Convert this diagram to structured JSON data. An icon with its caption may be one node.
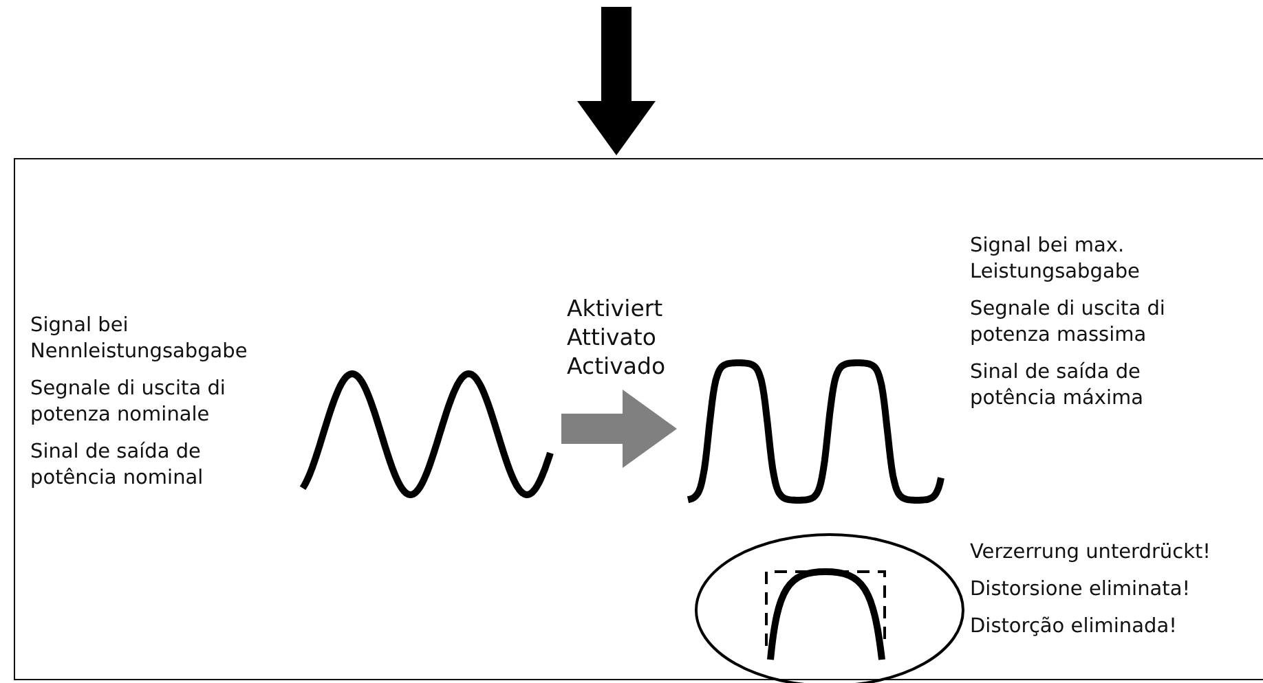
{
  "diagram": {
    "nodes": [
      {
        "text": [],
        "shape": "box"
      },
      {
        "text": [],
        "shape": "picture",
        "in": 0,
        "beside": [
          "Signal bei Nennleistungsabgabe",
          "Segnale di uscita di potenza nominale",
          "Sinal de saída de potência nominal"
        ]
      },
      {
        "text": [],
        "shape": "picture",
        "in": 0,
        "beside": [
          "Signal bei max. Leistungsabgabe",
          "Segnale di uscita di potenza massima",
          "Sinal de saída de potência máxima"
        ]
      },
      {
        "text": [],
        "shape": "circle",
        "in": 0,
        "beside": [
          "Verzerrung unterdrückt!",
          "Distorsione eliminata!",
          "Distorção eliminada!"
        ]
      }
    ],
    "edges": [
      {
        "from": null,
        "to": 0,
        "arrow": "to"
      },
      {
        "from": 1,
        "to": 2,
        "arrow": "to",
        "color": "#808080",
        "label": "Aktiviert Attivato Activado"
      }
    ]
  }
}
